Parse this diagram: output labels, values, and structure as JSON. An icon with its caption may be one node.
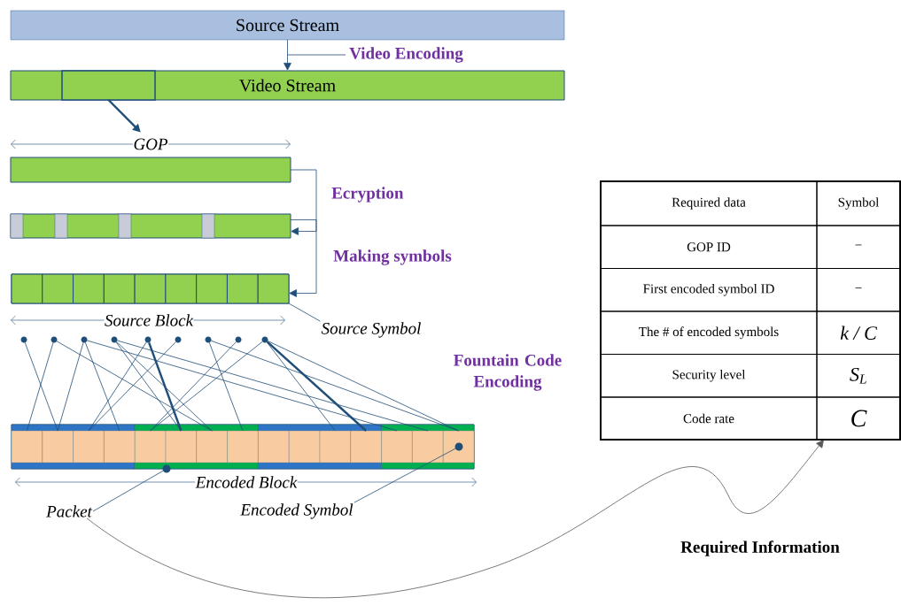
{
  "diagram": {
    "nodes": [
      {
        "text": [
          "Source Stream"
        ]
      },
      {
        "text": [
          "Video Stream"
        ]
      },
      {
        "text": [],
        "shape": "box",
        "in": 1
      },
      {
        "text": [],
        "shape": "bar"
      },
      {
        "text": [],
        "shape": "bar"
      },
      {
        "text": [],
        "shape": "bar"
      },
      {
        "text": [],
        "shape": "box",
        "in": 5
      },
      {
        "text": [],
        "shape": "box",
        "in": 5
      },
      {
        "text": [],
        "shape": "box",
        "in": 5
      },
      {
        "text": [],
        "shape": "box",
        "in": 5
      },
      {
        "text": [],
        "shape": "box",
        "in": 5
      },
      {
        "text": [],
        "shape": "box",
        "in": 5
      },
      {
        "text": [],
        "shape": "box",
        "in": 5
      },
      {
        "text": [],
        "shape": "box",
        "in": 5
      },
      {
        "text": [],
        "shape": "box",
        "in": 5
      },
      {
        "text": [],
        "shape": "circle"
      },
      {
        "text": [],
        "shape": "circle"
      },
      {
        "text": [],
        "shape": "circle"
      },
      {
        "text": [],
        "shape": "circle"
      },
      {
        "text": [],
        "shape": "circle"
      },
      {
        "text": [],
        "shape": "circle"
      },
      {
        "text": [],
        "shape": "circle"
      },
      {
        "text": [],
        "shape": "circle"
      },
      {
        "text": [],
        "shape": "circle"
      },
      {
        "text": [],
        "shape": "bar"
      },
      {
        "text": [],
        "shape": "bar",
        "in": 24
      },
      {
        "text": [],
        "shape": "bar",
        "in": 24
      },
      {
        "text": [],
        "shape": "bar",
        "in": 24
      },
      {
        "text": [],
        "shape": "bar",
        "in": 24
      },
      {
        "text": [],
        "shape": "box",
        "in": 25
      },
      {
        "text": [],
        "shape": "box",
        "in": 25
      },
      {
        "text": [],
        "shape": "box",
        "in": 25
      },
      {
        "text": [],
        "shape": "box",
        "in": 25
      },
      {
        "text": [],
        "shape": "box",
        "in": 26
      },
      {
        "text": [],
        "shape": "box",
        "in": 26
      },
      {
        "text": [],
        "shape": "box",
        "in": 26
      },
      {
        "text": [],
        "shape": "box",
        "in": 26
      },
      {
        "text": [],
        "shape": "box",
        "in": 27
      },
      {
        "text": [],
        "shape": "box",
        "in": 27
      },
      {
        "text": [],
        "shape": "box",
        "in": 27
      },
      {
        "text": [],
        "shape": "box",
        "in": 27
      },
      {
        "text": [],
        "shape": "box",
        "in": 28
      },
      {
        "text": [],
        "shape": "box",
        "in": 28
      },
      {
        "text": [],
        "shape": "box",
        "in": 28
      },
      {
        "text": [
          "Packet"
        ]
      },
      {
        "text": [
          "Encoded Symbol"
        ]
      },
      {
        "text": [
          "Source Symbol"
        ]
      },
      {
        "text": [],
        "shape": "box"
      },
      {
        "text": [
          "Required data"
        ],
        "in": 47
      },
      {
        "text": [
          "Symbol"
        ],
        "in": 47
      },
      {
        "text": [
          "GOP ID"
        ],
        "in": 47
      },
      {
        "text": [
          "−"
        ],
        "in": 47
      },
      {
        "text": [
          "First encoded symbol ID"
        ],
        "in": 47
      },
      {
        "text": [
          "−"
        ],
        "in": 47
      },
      {
        "text": [
          "The # of encoded symbols"
        ],
        "in": 47
      },
      {
        "text": [
          "k / C"
        ],
        "in": 47
      },
      {
        "text": [
          "Security level"
        ],
        "in": 47
      },
      {
        "text": [
          "S$_{L}$"
        ],
        "in": 47
      },
      {
        "text": [
          "Code rate"
        ],
        "in": 47
      },
      {
        "text": [
          "C"
        ],
        "in": 47
      },
      {
        "text": [],
        "shape": "circle",
        "in": 26
      },
      {
        "text": [],
        "shape": "circle",
        "in": 43
      }
    ],
    "edges": [
      {
        "from": 0,
        "to": 1,
        "arrow": "to",
        "label": "Video Encoding"
      },
      {
        "from": 2,
        "to": 3,
        "arrow": "to",
        "style": "thick"
      },
      {
        "from": 3,
        "to": 4,
        "arrow": "to",
        "label": "Ecryption"
      },
      {
        "from": 4,
        "to": 5,
        "arrow": "to",
        "label": "Making symbols"
      },
      {
        "from": 15,
        "to": 30,
        "arrow": "none"
      },
      {
        "from": 16,
        "to": 29,
        "arrow": "none"
      },
      {
        "from": 16,
        "to": 35,
        "arrow": "none"
      },
      {
        "from": 17,
        "to": 30,
        "arrow": "none"
      },
      {
        "from": 17,
        "to": 32,
        "arrow": "none"
      },
      {
        "from": 17,
        "to": 41,
        "arrow": "none"
      },
      {
        "from": 18,
        "to": 34,
        "arrow": "none"
      },
      {
        "from": 18,
        "to": 35,
        "arrow": "none"
      },
      {
        "from": 18,
        "to": 42,
        "arrow": "none"
      },
      {
        "from": 19,
        "to": 31,
        "arrow": "none"
      },
      {
        "from": 19,
        "to": 34,
        "arrow": "none",
        "style": "thick"
      },
      {
        "from": 20,
        "to": 31,
        "arrow": "none"
      },
      {
        "from": 21,
        "to": 36,
        "arrow": "none"
      },
      {
        "from": 21,
        "to": 43,
        "arrow": "none"
      },
      {
        "from": 22,
        "to": 33,
        "arrow": "none"
      },
      {
        "from": 23,
        "to": 33,
        "arrow": "none"
      },
      {
        "from": 23,
        "to": 39,
        "arrow": "none"
      },
      {
        "from": 23,
        "to": 40,
        "arrow": "none",
        "style": "thick"
      },
      {
        "from": 23,
        "to": 43,
        "arrow": "none"
      },
      {
        "from": 44,
        "to": 60,
        "arrow": "none"
      },
      {
        "from": 45,
        "to": 61,
        "arrow": "none"
      },
      {
        "from": 46,
        "to": 14,
        "arrow": "none"
      },
      {
        "from": 44,
        "to": 47,
        "arrow": "to",
        "label": "Required Information",
        "color": "#595959"
      }
    ],
    "labels": [
      "GOP",
      "Source Block",
      "Encoded Block",
      "Fountain Code Encoding"
    ]
  }
}
